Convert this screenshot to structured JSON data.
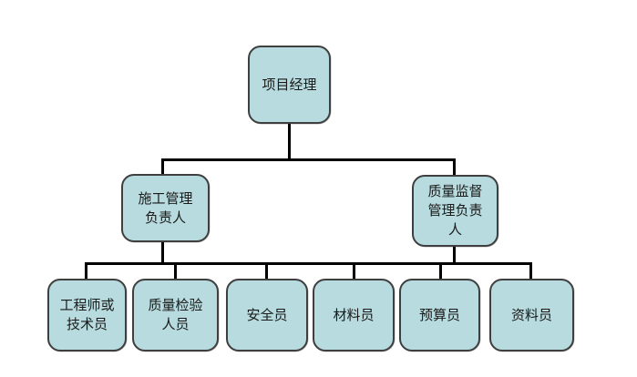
{
  "diagram": {
    "type": "org-chart",
    "background": "#ffffff",
    "node_fill": "#b7dbde",
    "node_border": "#3f3f3f",
    "connector_color": "#000000",
    "nodes": {
      "root": {
        "id": "project-manager",
        "label": "项目经理"
      },
      "level2": [
        {
          "id": "construction-management-leader",
          "label": "施工管理\n负责人",
          "parent": "project-manager"
        },
        {
          "id": "quality-supervision-management-leader",
          "label": "质量监督\n管理负责\n人",
          "parent": "project-manager"
        }
      ],
      "level3": [
        {
          "id": "engineer-or-technician",
          "label": "工程师或\n技术员"
        },
        {
          "id": "quality-inspection-staff",
          "label": "质量检验\n人员"
        },
        {
          "id": "safety-officer",
          "label": "安全员"
        },
        {
          "id": "material-officer",
          "label": "材料员"
        },
        {
          "id": "budget-officer",
          "label": "预算员"
        },
        {
          "id": "document-officer",
          "label": "资料员"
        }
      ]
    }
  }
}
